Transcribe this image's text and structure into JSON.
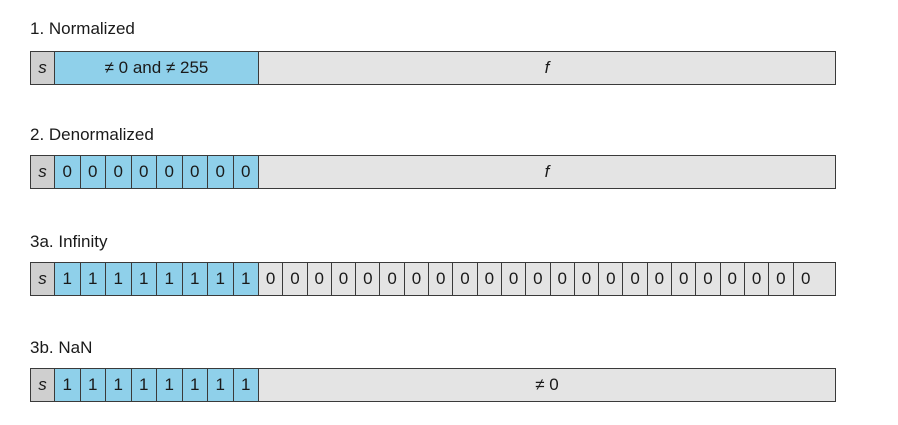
{
  "sections": {
    "normalized": {
      "title": "1. Normalized",
      "sign": "s",
      "exponent": "≠ 0 and ≠ 255",
      "fraction": "f"
    },
    "denormalized": {
      "title": "2. Denormalized",
      "sign": "s",
      "exponent_bits": [
        "0",
        "0",
        "0",
        "0",
        "0",
        "0",
        "0",
        "0"
      ],
      "fraction": "f"
    },
    "infinity": {
      "title": "3a. Infinity",
      "sign": "s",
      "exponent_bits": [
        "1",
        "1",
        "1",
        "1",
        "1",
        "1",
        "1",
        "1"
      ],
      "fraction_bits": [
        "0",
        "0",
        "0",
        "0",
        "0",
        "0",
        "0",
        "0",
        "0",
        "0",
        "0",
        "0",
        "0",
        "0",
        "0",
        "0",
        "0",
        "0",
        "0",
        "0",
        "0",
        "0",
        "0"
      ]
    },
    "nan": {
      "title": "3b. NaN",
      "sign": "s",
      "exponent_bits": [
        "1",
        "1",
        "1",
        "1",
        "1",
        "1",
        "1",
        "1"
      ],
      "fraction": "≠ 0"
    }
  },
  "colors": {
    "exponent_fill": "#8fd0ea",
    "fraction_fill": "#e4e4e4",
    "sign_fill": "#cfcfcf",
    "border": "#3a3a3a"
  }
}
